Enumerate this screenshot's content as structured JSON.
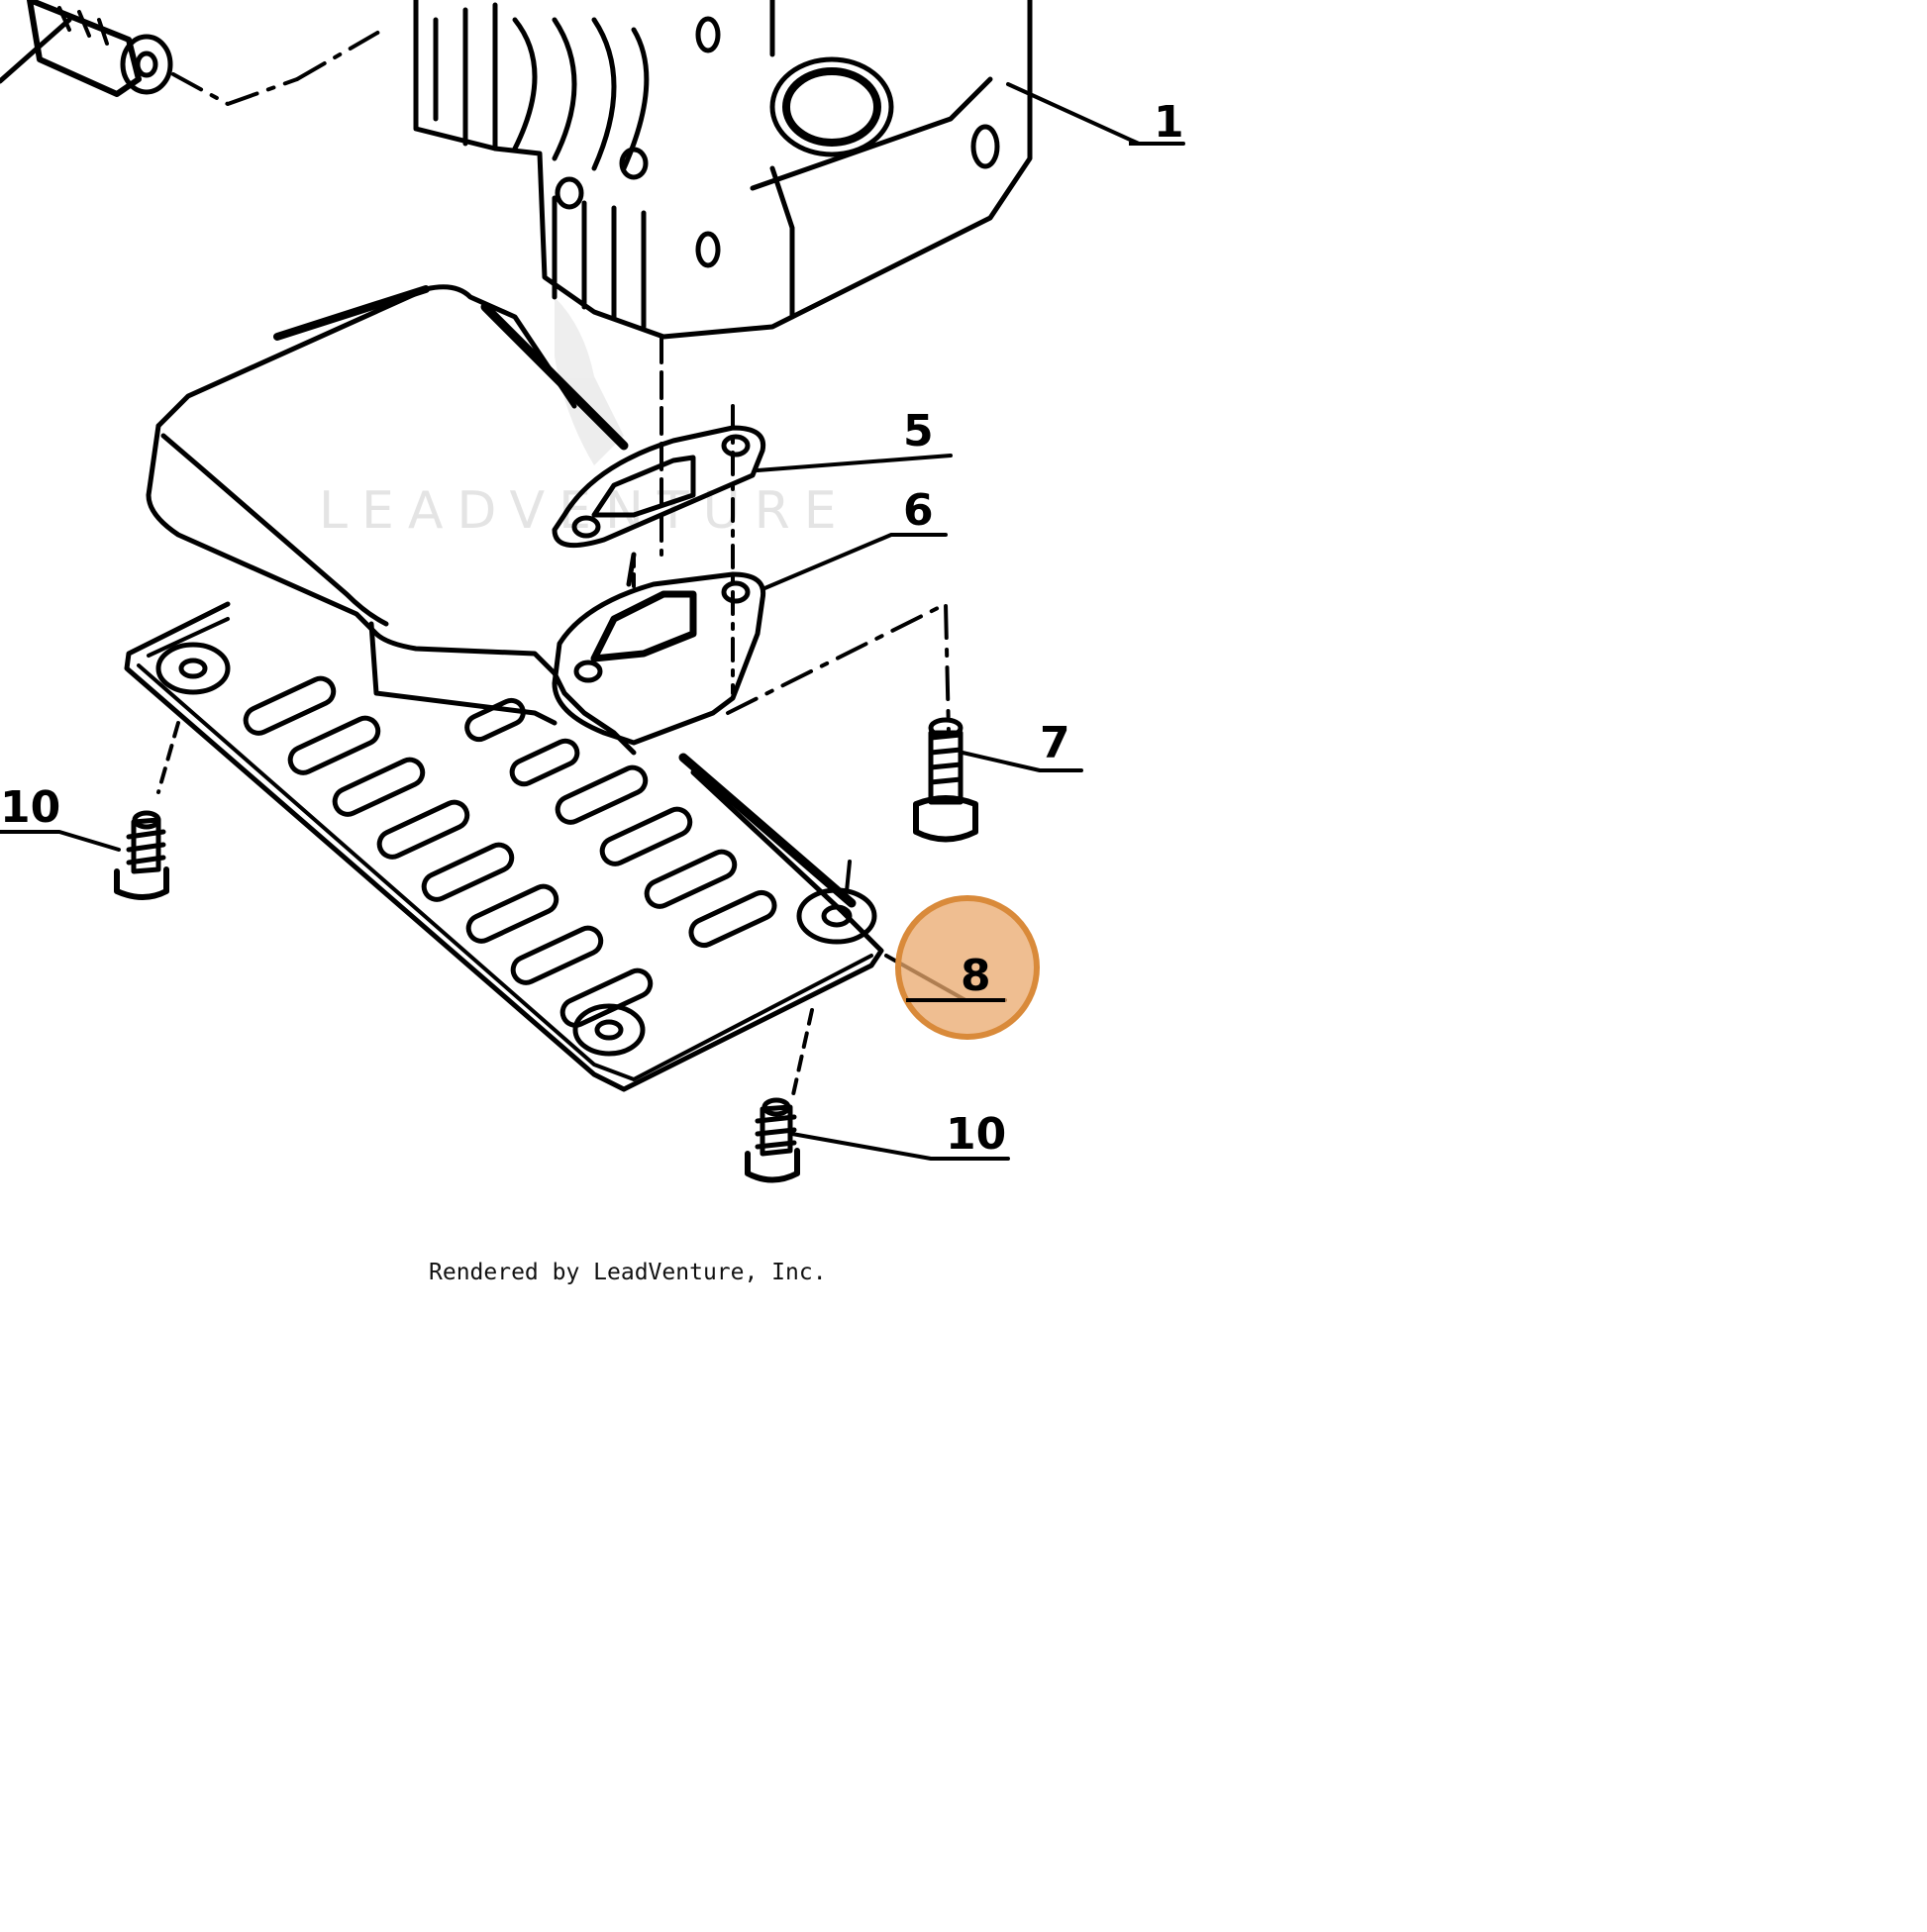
{
  "diagram": {
    "callouts": {
      "c1": "1",
      "c5": "5",
      "c6": "6",
      "c7": "7",
      "c8": "8",
      "c10_left": "10",
      "c10_bottom": "10"
    },
    "watermark_text": "LEADVENTURE",
    "credit_text": "Rendered by LeadVenture, Inc.",
    "highlight_color": "#e9a86c",
    "highlight_stroke": "#d98a3a",
    "selected_callout": "8"
  }
}
